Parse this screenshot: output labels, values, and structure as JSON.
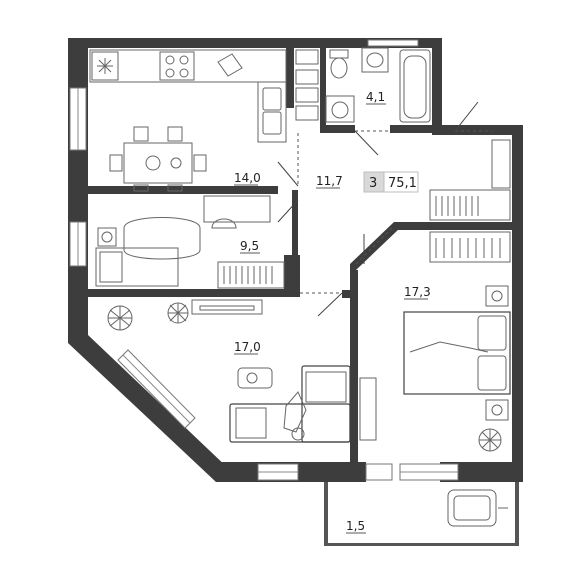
{
  "plan": {
    "rooms_count": "3",
    "total_area": "75,1",
    "rooms": [
      {
        "id": "kitchen",
        "area": "14,0"
      },
      {
        "id": "hall",
        "area": "11,7"
      },
      {
        "id": "bathroom",
        "area": "4,1"
      },
      {
        "id": "bedroom-small",
        "area": "9,5"
      },
      {
        "id": "living",
        "area": "17,0"
      },
      {
        "id": "bedroom-master",
        "area": "17,3"
      },
      {
        "id": "balcony",
        "area": "1,5"
      }
    ]
  }
}
